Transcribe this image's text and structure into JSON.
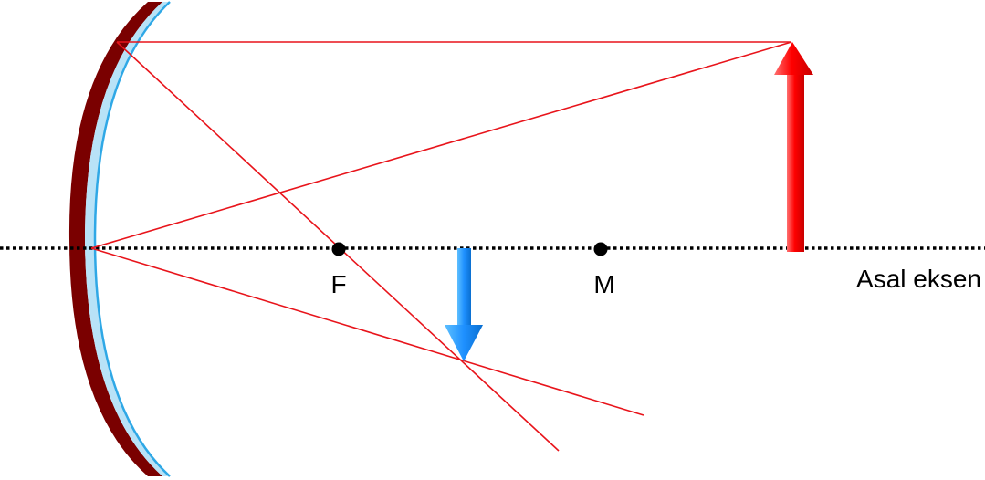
{
  "labels": {
    "focal_point": "F",
    "center_of_curvature": "M",
    "principal_axis": "Asal eksen"
  },
  "colors": {
    "mirror_back": "#7a0000",
    "mirror_face": "#b8e2f7",
    "mirror_edge": "#2fa8e6",
    "rays": "#e8141b",
    "object_arrow": "#ff0000",
    "image_arrow": "#1e90ff",
    "axis": "#000000"
  }
}
